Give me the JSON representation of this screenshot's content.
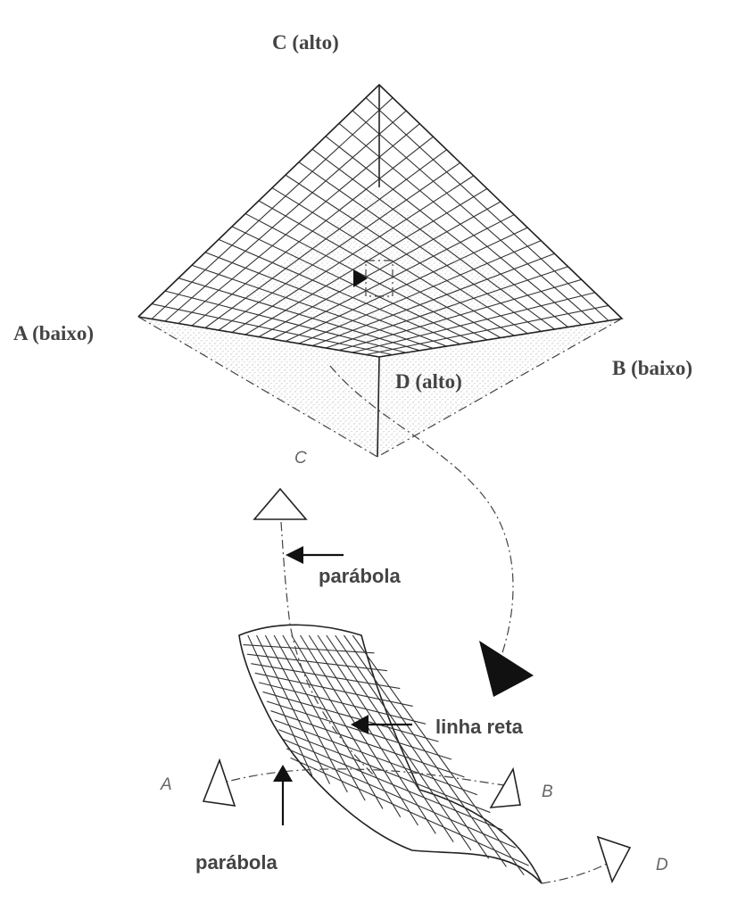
{
  "upper_diagram": {
    "corner_labels": {
      "c_top": "C (alto)",
      "a_left": "A (baixo)",
      "b_right": "B (baixo)",
      "d_bottom": "D (alto)"
    },
    "small_c": "C"
  },
  "lower_diagram": {
    "parabola_top": "parábola",
    "linha_reta": "linha reta",
    "parabola_bottom": "parábola",
    "letter_a": "A",
    "letter_b": "B",
    "letter_d": "D"
  }
}
